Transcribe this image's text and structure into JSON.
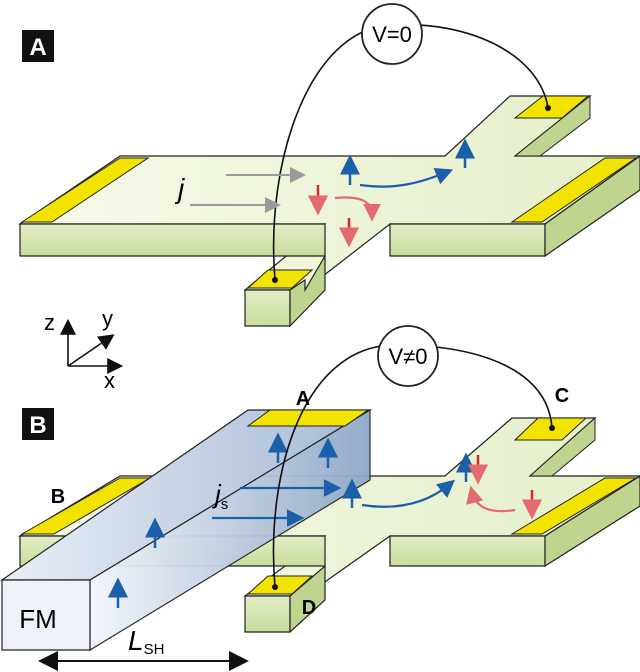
{
  "panel_a": {
    "tag": "A",
    "voltmeter": "V=0",
    "current_label": "j"
  },
  "axes": {
    "z": "z",
    "y": "y",
    "x": "x"
  },
  "panel_b": {
    "tag": "B",
    "voltmeter": "V≠0",
    "contacts": {
      "a": "A",
      "b": "B",
      "c": "C",
      "d": "D"
    },
    "spin_current_label": "j",
    "spin_current_sub": "s",
    "ferromagnet": "FM",
    "length_label": "L",
    "length_sub": "SH"
  },
  "colors": {
    "bar_top": "#eef5dc",
    "bar_front": "#d6e4b4",
    "bar_side": "#b8cf86",
    "contact": "#f2e400",
    "spin_up": "#1a5fa8",
    "spin_down": "#d7262a",
    "spin_down_light": "#e36a6f",
    "current_arrow": "#9a9a9a",
    "fm_light": "#eef2f8",
    "fm_dark": "#8fa6c6"
  }
}
